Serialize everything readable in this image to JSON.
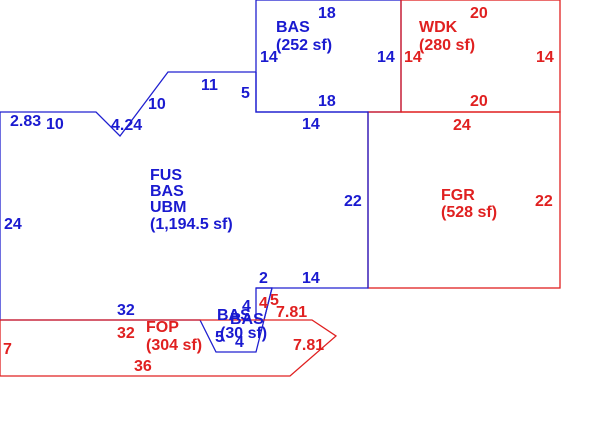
{
  "colors": {
    "blue": "#1a1ad0",
    "red": "#e02020",
    "background": "#ffffff"
  },
  "areas": {
    "main": {
      "line1": "FUS",
      "line2": "BAS",
      "line3": "UBM",
      "area": "(1,194.5 sf)"
    },
    "bas_top": {
      "name": "BAS",
      "area": "(252 sf)"
    },
    "wdk": {
      "name": "WDK",
      "area": "(280 sf)"
    },
    "fgr": {
      "name": "FGR",
      "area": "(528 sf)"
    },
    "fop": {
      "name": "FOP",
      "area": "(304 sf)"
    },
    "bas_small": {
      "name": "BAS",
      "area": "(30 sf)",
      "overlap_a": "BAS",
      "overlap_b": "BAS",
      "overlap_c": "(30 sf)"
    }
  },
  "dims": {
    "bas_top_18_top": "18",
    "bas_top_14_left": "14",
    "bas_top_14_right": "14",
    "bas_top_18_bottom": "18",
    "wdk_20_top": "20",
    "wdk_14_left": "14",
    "wdk_14_right": "14",
    "wdk_20_bottom": "20",
    "main_11": "11",
    "main_5": "5",
    "main_10_angle": "10",
    "main_2_83": "2.83",
    "main_10": "10",
    "main_4_24": "4.24",
    "main_14_top": "14",
    "main_22": "22",
    "main_24": "24",
    "main_2": "2",
    "main_14_bottom": "14",
    "main_32": "32",
    "main_4_a": "4",
    "main_4_b": "4",
    "fgr_24": "24",
    "fgr_22": "22",
    "fop_32": "32",
    "fop_7": "7",
    "fop_36": "36",
    "fop_7_81_top": "7.81",
    "fop_7_81_bottom": "7.81",
    "fop_4": "4",
    "fop_5": "5",
    "small_5": "5",
    "small_4": "4"
  }
}
